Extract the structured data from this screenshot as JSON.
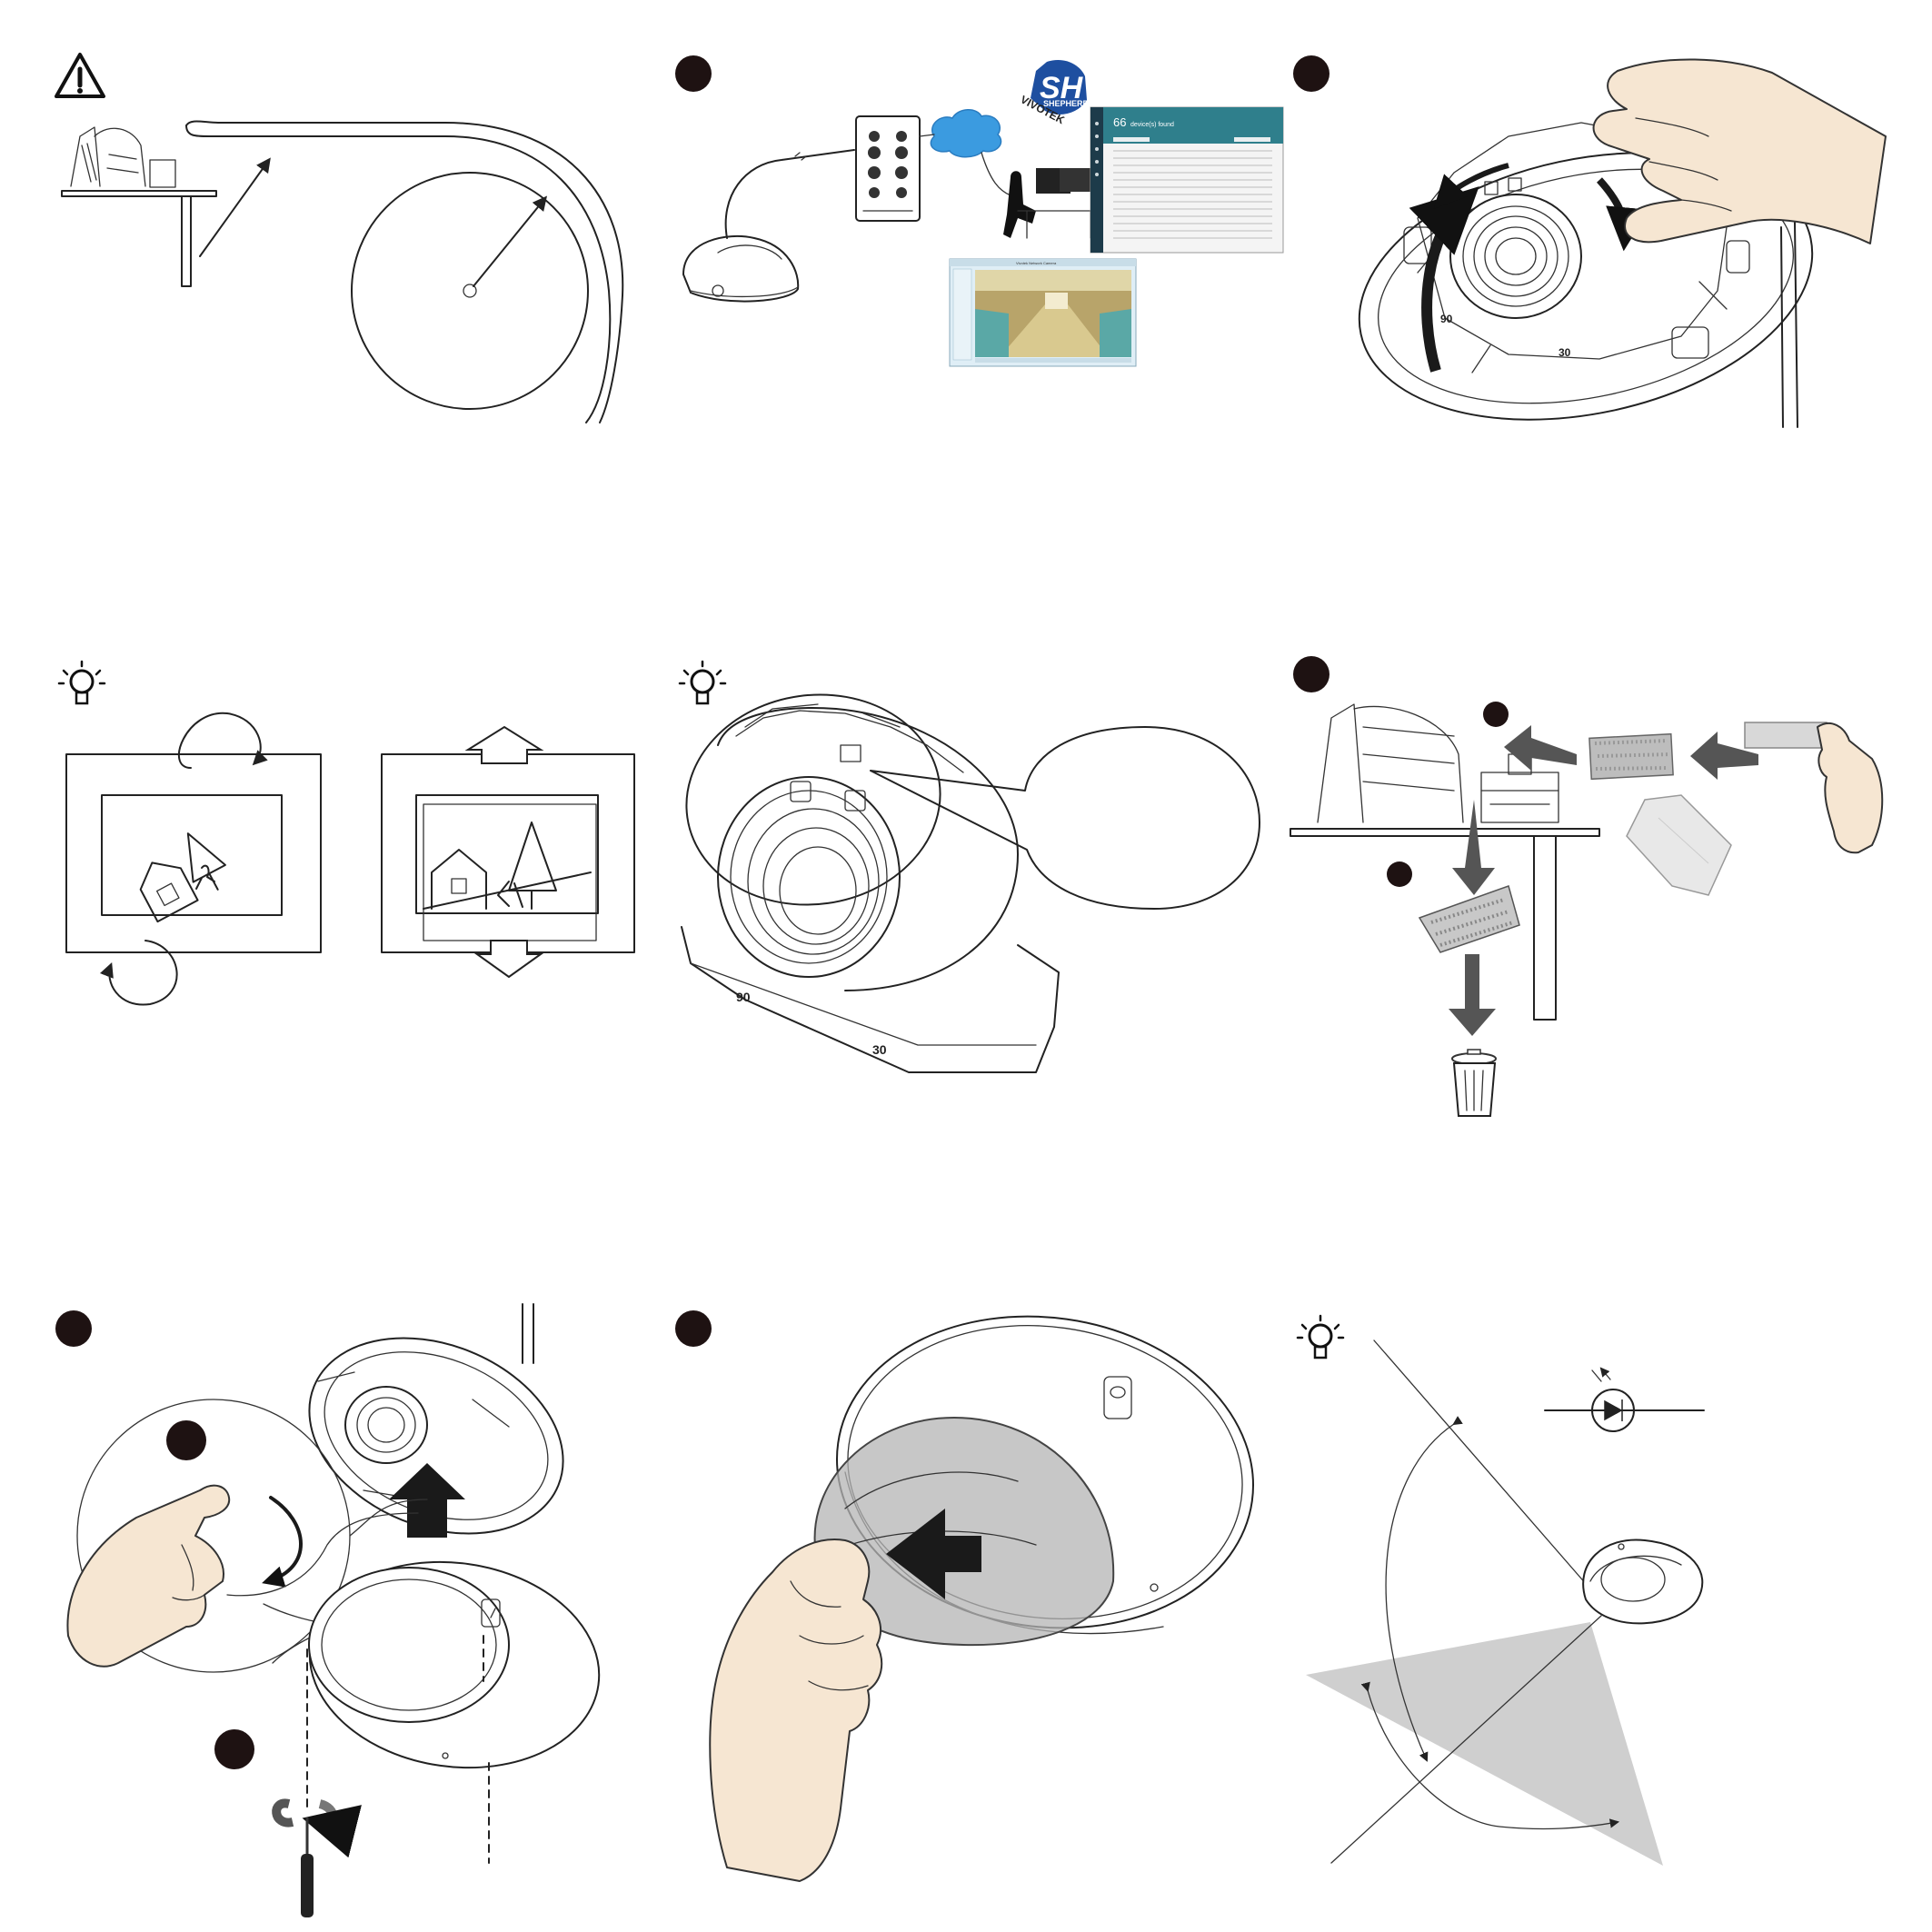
{
  "panels": {
    "p1": {
      "icon": "warning-triangle-icon"
    },
    "p2": {
      "icon": "step-marker",
      "logo": {
        "name": "vivotek-shepherd-logo",
        "lettering": [
          "SH",
          "SHEPHERD",
          "VIVOTEK"
        ]
      },
      "software_screen": {
        "heading_number": "66",
        "heading_text": "device(s) found"
      },
      "browser_screen": {
        "title": "Vivotek Network Camera"
      }
    },
    "p3": {
      "icon": "step-marker"
    },
    "p4": {
      "icon": "lightbulb-tip-icon"
    },
    "p5": {
      "icon": "lightbulb-tip-icon"
    },
    "p6": {
      "icon": "step-marker"
    },
    "p7": {
      "icon": "step-marker"
    },
    "p8": {
      "icon": "step-marker"
    },
    "p9": {
      "icon": "lightbulb-tip-icon"
    }
  },
  "lens_markings": [
    "90",
    "30"
  ],
  "colors": {
    "step_marker": "#1e1212",
    "skin": "#f6e6d2",
    "arrow_gray": "#555555",
    "screen_teal": "#2f7f8c",
    "sky_blue": "#3b9be0",
    "light_gray_fill": "#cfcfcf"
  }
}
